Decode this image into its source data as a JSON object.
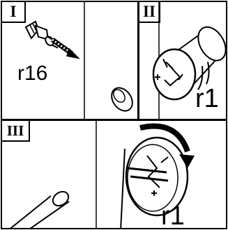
{
  "panels": {
    "p1": {
      "number": "I",
      "label": "r16"
    },
    "p2": {
      "number": "II",
      "label": "r1"
    },
    "p3": {
      "number": "III",
      "label": "r1"
    }
  },
  "colors": {
    "line": "#000000",
    "background": "#ffffff"
  },
  "icons": [
    "screw-icon",
    "insertion-arrow-icon",
    "drill-hole-icon",
    "cam-lock-icon",
    "rotation-arrow-icon",
    "dowel-pin-icon"
  ]
}
